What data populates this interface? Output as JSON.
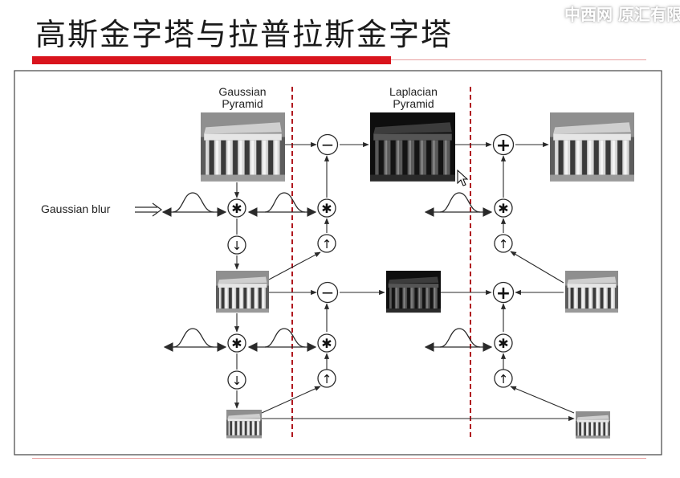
{
  "slide": {
    "title": "高斯金字塔与拉普拉斯金字塔",
    "watermark": "中西网 原汇有限"
  },
  "diagram": {
    "gaussian_header": [
      "Gaussian",
      "Pyramid"
    ],
    "laplacian_header": [
      "Laplacian",
      "Pyramid"
    ],
    "blur_label": "Gaussian blur",
    "operators": {
      "subtract": "−",
      "add": "+",
      "convolve": "✱",
      "downsample": "↓",
      "upsample": "↑"
    },
    "colors": {
      "accent_red": "#d9141d",
      "divider": "#b0161e",
      "line": "#2a2a2a"
    }
  }
}
